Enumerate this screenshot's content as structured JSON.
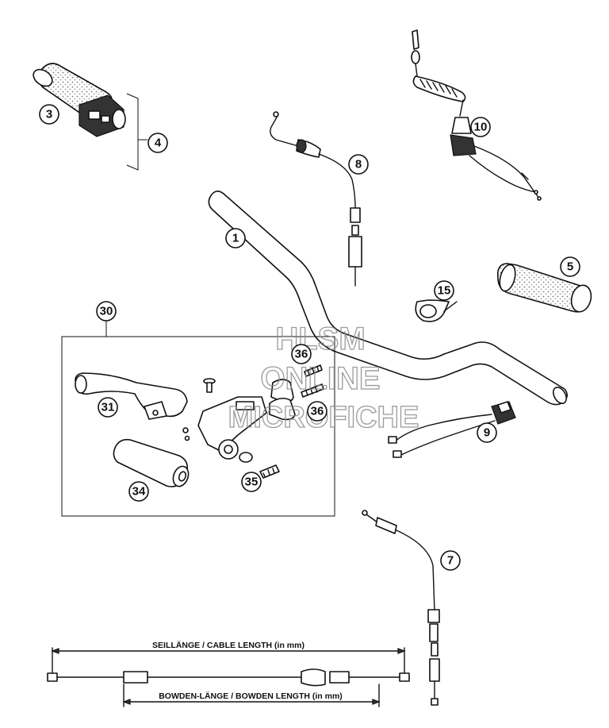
{
  "callouts": [
    {
      "id": "1",
      "label": "1"
    },
    {
      "id": "3",
      "label": "3"
    },
    {
      "id": "4",
      "label": "4"
    },
    {
      "id": "5",
      "label": "5"
    },
    {
      "id": "7",
      "label": "7"
    },
    {
      "id": "8",
      "label": "8"
    },
    {
      "id": "9",
      "label": "9"
    },
    {
      "id": "10",
      "label": "10"
    },
    {
      "id": "15",
      "label": "15"
    },
    {
      "id": "30",
      "label": "30"
    },
    {
      "id": "31",
      "label": "31"
    },
    {
      "id": "34",
      "label": "34"
    },
    {
      "id": "35",
      "label": "35"
    },
    {
      "id": "36a",
      "label": "36"
    },
    {
      "id": "36b",
      "label": "36"
    }
  ],
  "dimensions": {
    "cable_length": "SEILLÄNGE / CABLE LENGTH (in mm)",
    "bowden_length": "BOWDEN-LÄNGE / BOWDEN LENGTH (in mm)"
  },
  "watermark": {
    "line1": "HLSM",
    "line2": "ONLINE",
    "line3": "MICROFICHE"
  }
}
